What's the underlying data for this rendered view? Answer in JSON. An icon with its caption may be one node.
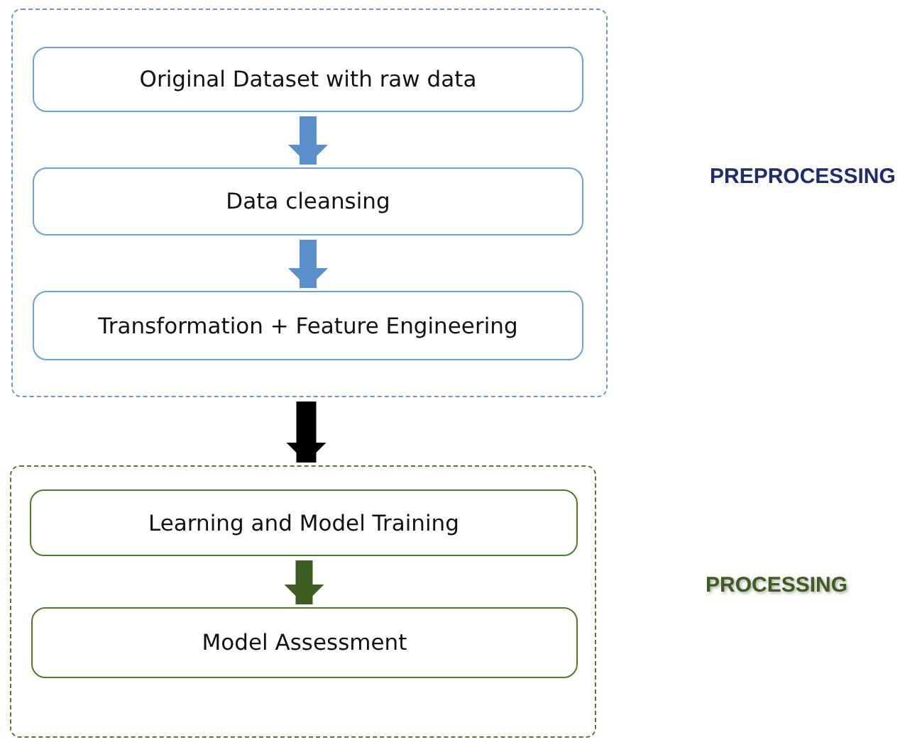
{
  "diagram": {
    "nodes": [
      {
        "text": [],
        "shape": "box"
      },
      {
        "text": [
          "Original Dataset with raw data"
        ],
        "in": 0
      },
      {
        "text": [
          "Data cleansing"
        ],
        "in": 0
      },
      {
        "text": [
          "Transformation + Feature Engineering"
        ],
        "in": 0
      },
      {
        "text": [],
        "shape": "box"
      },
      {
        "text": [
          "Learning and Model Training"
        ],
        "in": 4
      },
      {
        "text": [
          "Model Assessment"
        ],
        "in": 4
      }
    ],
    "edges": [
      {
        "from": 1,
        "to": 2,
        "arrow": "to"
      },
      {
        "from": 2,
        "to": 3,
        "arrow": "to"
      },
      {
        "from": 0,
        "to": 4,
        "arrow": "to",
        "color": "#000000"
      },
      {
        "from": 5,
        "to": 6,
        "arrow": "to",
        "color": "#3c5e22"
      }
    ],
    "labels": [
      "PREPROCESSING",
      "PROCESSING"
    ]
  }
}
